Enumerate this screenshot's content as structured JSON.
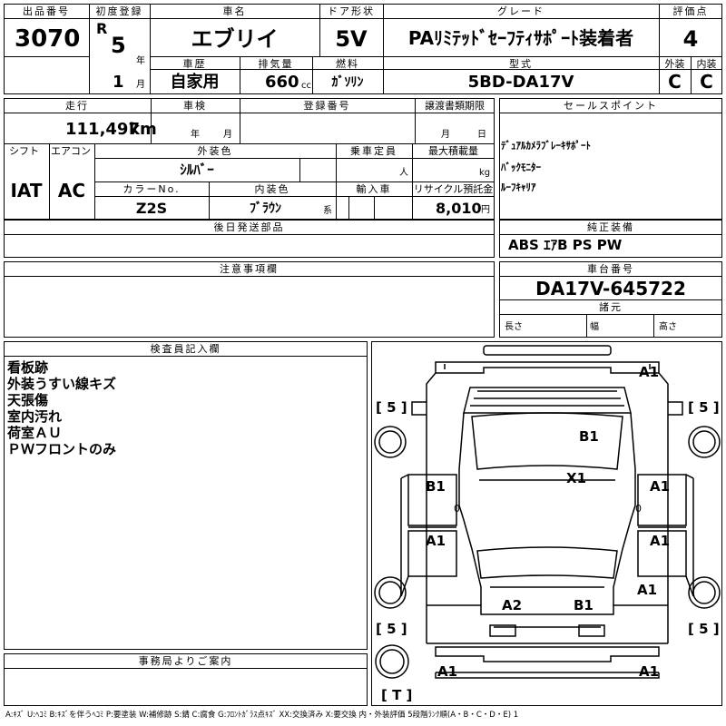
{
  "header": {
    "lot_no_label": "出品番号",
    "lot_no": "3070",
    "first_reg_label": "初度登録",
    "era": "R",
    "year": "5",
    "year_unit": "年",
    "month": "1",
    "month_unit": "月",
    "car_name_label": "車名",
    "car_name": "エブリイ",
    "door_label": "ドア形状",
    "door": "5V",
    "grade_label": "グレード",
    "grade": "PAﾘﾐﾃｯﾄﾞｾｰﾌﾃｨｻﾎﾟｰﾄ装着者",
    "score_label": "評価点",
    "score": "4",
    "history_label": "車歴",
    "history": "自家用",
    "displacement_label": "排気量",
    "displacement": "660",
    "displacement_unit": "cc",
    "fuel_label": "燃料",
    "fuel": "ｶﾞｿﾘﾝ",
    "model_label": "型式",
    "model": "5BD-DA17V",
    "exterior_label": "外装",
    "exterior": "C",
    "interior_label": "内装",
    "interior": "C"
  },
  "row2": {
    "mileage_label": "走行",
    "mileage": "111,497",
    "mileage_unit": "km",
    "inspection_label": "車検",
    "ins_year_unit": "年",
    "ins_month_unit": "月",
    "reg_no_label": "登録番号",
    "transfer_label": "譲渡書類期限",
    "transfer_month_unit": "月",
    "transfer_day_unit": "日",
    "sales_label": "セールスポイント",
    "sales_points": [
      "ﾃﾞｭｱﾙｶﾒﾗﾌﾞﾚｰｷｻﾎﾟｰﾄ",
      "ﾊﾞｯｸﾓﾆﾀｰ",
      "ﾙｰﾌｷｬﾘｱ"
    ]
  },
  "row3": {
    "shift_label": "シフト",
    "shift": "IAT",
    "ac_label": "エアコン",
    "ac": "AC",
    "color_label": "外装色",
    "color": "ｼﾙﾊﾞｰ",
    "capacity_label": "乗車定員",
    "capacity_unit": "人",
    "max_load_label": "最大積載量",
    "max_load_unit": "kg",
    "color_no_label": "カラーNo.",
    "color_no": "Z2S",
    "int_color_label": "内装色",
    "int_color": "ﾌﾞﾗｳﾝ",
    "int_color_unit": "系",
    "import_label": "輸入車",
    "recycle_label": "リサイクル預託金",
    "recycle": "8,010",
    "recycle_unit": "円"
  },
  "later_parts_label": "後日発送部品",
  "genuine_label": "純正装備",
  "genuine": "ABS ｴｱB PS PW",
  "notes_label": "注意事項欄",
  "chassis_label": "車台番号",
  "chassis": "DA17V-645722",
  "specs_label": "諸元",
  "length_label": "長さ",
  "width_label": "幅",
  "height_label": "高さ",
  "inspector_label": "検査員記入欄",
  "inspector_notes": [
    "看板跡",
    "外装うすい線キズ",
    "天張傷",
    "室内汚れ",
    "荷室ＡＵ",
    "ＰＷフロントのみ"
  ],
  "office_label": "事務局よりご案内",
  "diagram": {
    "tires": {
      "front_left": "[ 5 ]",
      "front_right": "[ 5 ]",
      "rear_left": "[ 5 ]",
      "rear_right": "[ 5 ]",
      "spare": "[ T ]"
    },
    "damages": {
      "front_bumper": "A1",
      "hood": "B1",
      "roof_center": "X1",
      "front_door_left": "B1",
      "front_door_right": "A1",
      "rear_door_left": "A1",
      "rear_door_right": "A1",
      "rear_quarter_right": "A1",
      "cargo_left": "A2",
      "cargo_right": "B1",
      "rear_bumper_left": "A1",
      "rear_bumper_right": "A1",
      "door_mark_left": "0",
      "door_mark_right": "0"
    }
  },
  "legend": "A:ｷｽﾞ U:ﾍｺﾐ B:ｷｽﾞを伴うﾍｺﾐ P:要塗装 W:補修跡 S:錆 C:腐食 G:ﾌﾛﾝﾄｶﾞﾗｽ点ｷｽﾞ XX:交換済み X:要交換 内・外装評価 5段階ﾗﾝｸ順(A・B・C・D・E) 1"
}
